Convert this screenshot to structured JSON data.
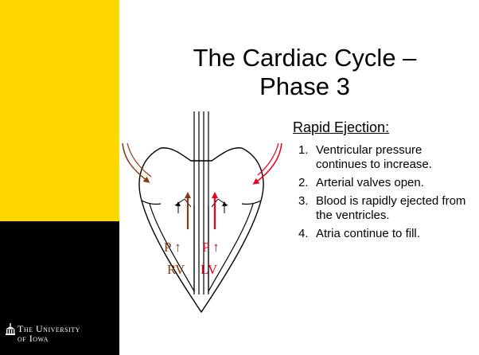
{
  "slide": {
    "title_line1": "The Cardiac Cycle –",
    "title_line2": "Phase 3",
    "subheading": "Rapid Ejection:",
    "points": [
      {
        "num": "1.",
        "text": "Ventricular pressure continues to increase."
      },
      {
        "num": "2.",
        "text": "Arterial valves open."
      },
      {
        "num": "3.",
        "text": "Blood is rapidly ejected from the ventricles."
      },
      {
        "num": "4.",
        "text": "Atria continue to fill."
      }
    ]
  },
  "diagram": {
    "rv_pressure": "P ↑",
    "lv_pressure": "P ↑",
    "rv_label": "RV",
    "lv_label": "LV"
  },
  "logo": {
    "line1": "The University",
    "line2": "of Iowa"
  },
  "colors": {
    "gold": "#FFD700",
    "sidebar": "#000000",
    "right_side": "#8B3A0F",
    "left_side": "#E8001C"
  }
}
